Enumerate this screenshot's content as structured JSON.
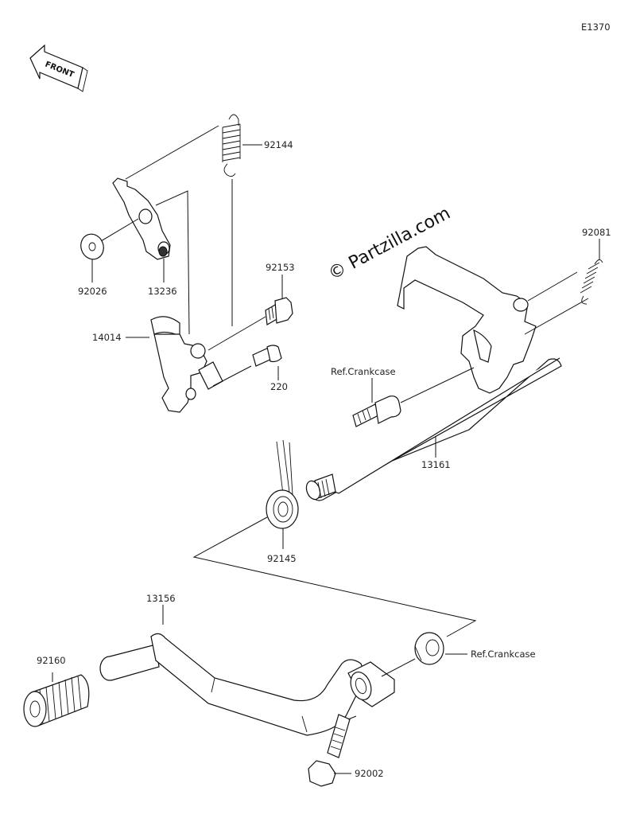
{
  "diagram_code": "E1370",
  "watermark": "© Partzilla.com",
  "front_label": "FRONT",
  "labels": {
    "p92144": "92144",
    "p92026": "92026",
    "p13236": "13236",
    "p92153": "92153",
    "p14014": "14014",
    "p220": "220",
    "p92081": "92081",
    "ref_crankcase_1": "Ref.Crankcase",
    "p13161": "13161",
    "p92145": "92145",
    "p13156": "13156",
    "ref_crankcase_2": "Ref.Crankcase",
    "p92160": "92160",
    "p92002": "92002"
  }
}
